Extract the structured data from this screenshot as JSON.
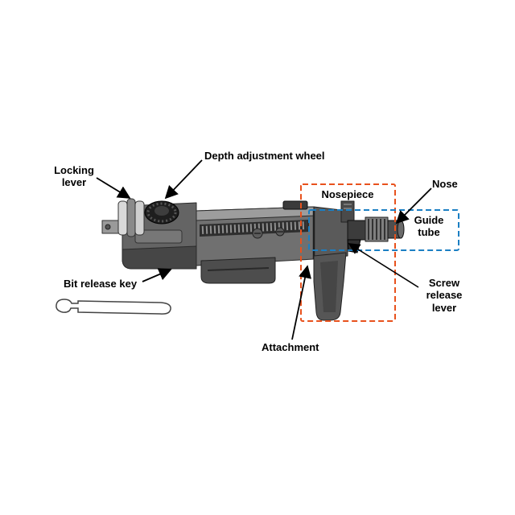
{
  "colors": {
    "orange": "#E8521D",
    "blue": "#1B7FC3",
    "ink": "#000000"
  },
  "labels": {
    "depth_adjustment_wheel": "Depth adjustment wheel",
    "locking_lever": "Locking lever",
    "bit_release_key": "Bit release key",
    "attachment": "Attachment",
    "nosepiece": "Nosepiece",
    "nose": "Nose",
    "guide_tube": "Guide tube",
    "screw_release_lever": "Screw release lever"
  }
}
